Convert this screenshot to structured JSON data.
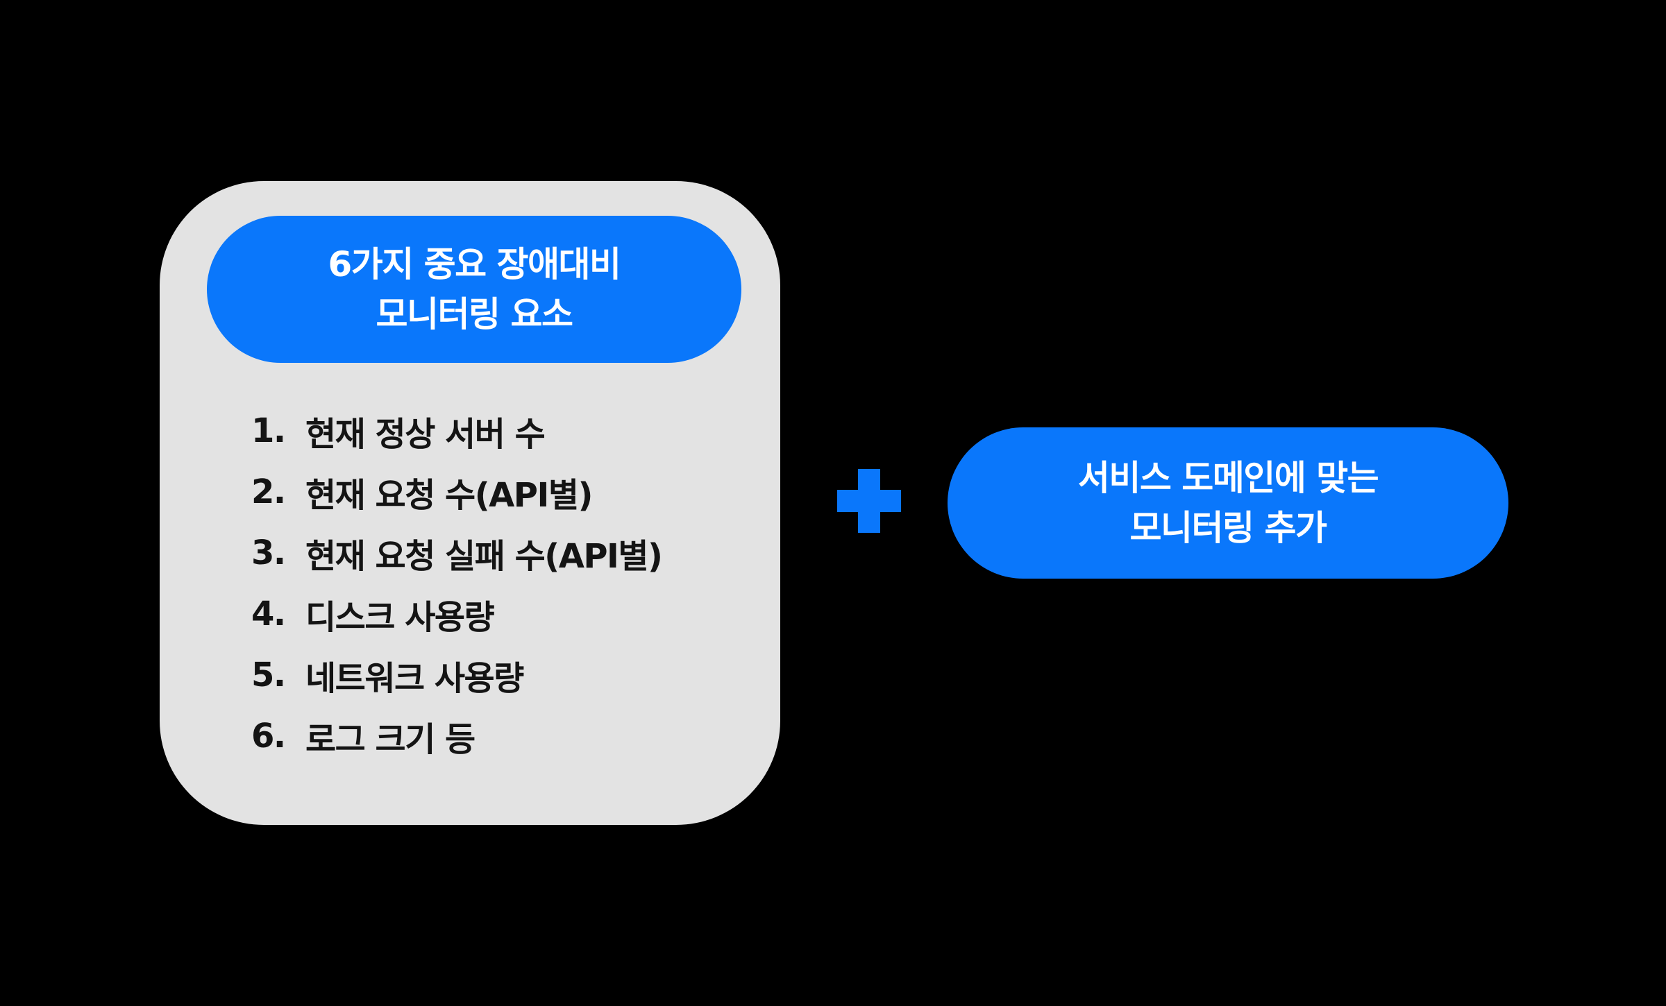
{
  "card": {
    "title_lines": [
      "6가지 중요 장애대비",
      "모니터링 요소"
    ],
    "items": [
      {
        "num": "1.",
        "text": "현재 정상 서버 수"
      },
      {
        "num": "2.",
        "text": "현재 요청 수(API별)"
      },
      {
        "num": "3.",
        "text": "현재 요청 실패 수(API별)"
      },
      {
        "num": "4.",
        "text": "디스크 사용량"
      },
      {
        "num": "5.",
        "text": "네트워크 사용량"
      },
      {
        "num": "6.",
        "text": "로그 크기 등"
      }
    ]
  },
  "operator": {
    "icon": "plus-icon"
  },
  "domain_box": {
    "lines": [
      "서비스 도메인에 맞는",
      "모니터링 추가"
    ]
  },
  "colors": {
    "background": "#000000",
    "card": "#e3e3e3",
    "accent": "#0a77fb",
    "text_dark": "#141414",
    "text_light": "#ffffff"
  }
}
